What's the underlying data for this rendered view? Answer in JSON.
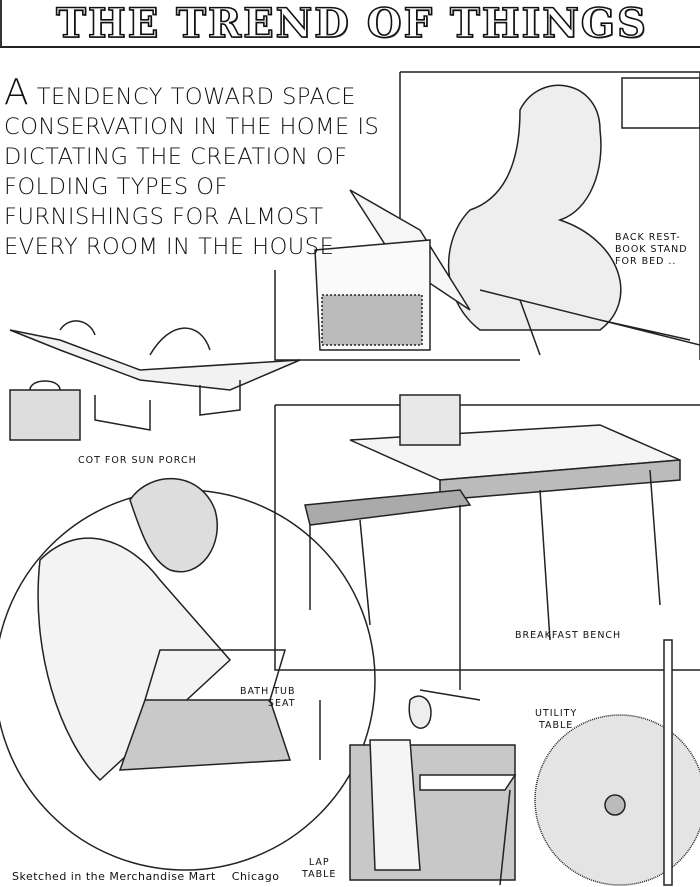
{
  "header": {
    "title": "THE TREND OF THINGS"
  },
  "intro": {
    "initial": "A",
    "text": "tendency toward space conservation in the home is dictating the creation of folding types of furnishings for almost every room in the house"
  },
  "captions": {
    "back_rest": [
      "BACK REST-",
      "BOOK STAND",
      "FOR BED .."
    ],
    "cot": "COT FOR SUN PORCH",
    "breakfast_bench": "BREAKFAST BENCH",
    "bath_tub_seat": [
      "BATH TUB",
      "SEAT"
    ],
    "utility_table": [
      "UTILITY",
      "TABLE"
    ],
    "lap_table": [
      "LAP",
      "TABLE"
    ]
  },
  "credit": {
    "text": "Sketched in the Merchandise Mart",
    "city": "Chicago"
  }
}
